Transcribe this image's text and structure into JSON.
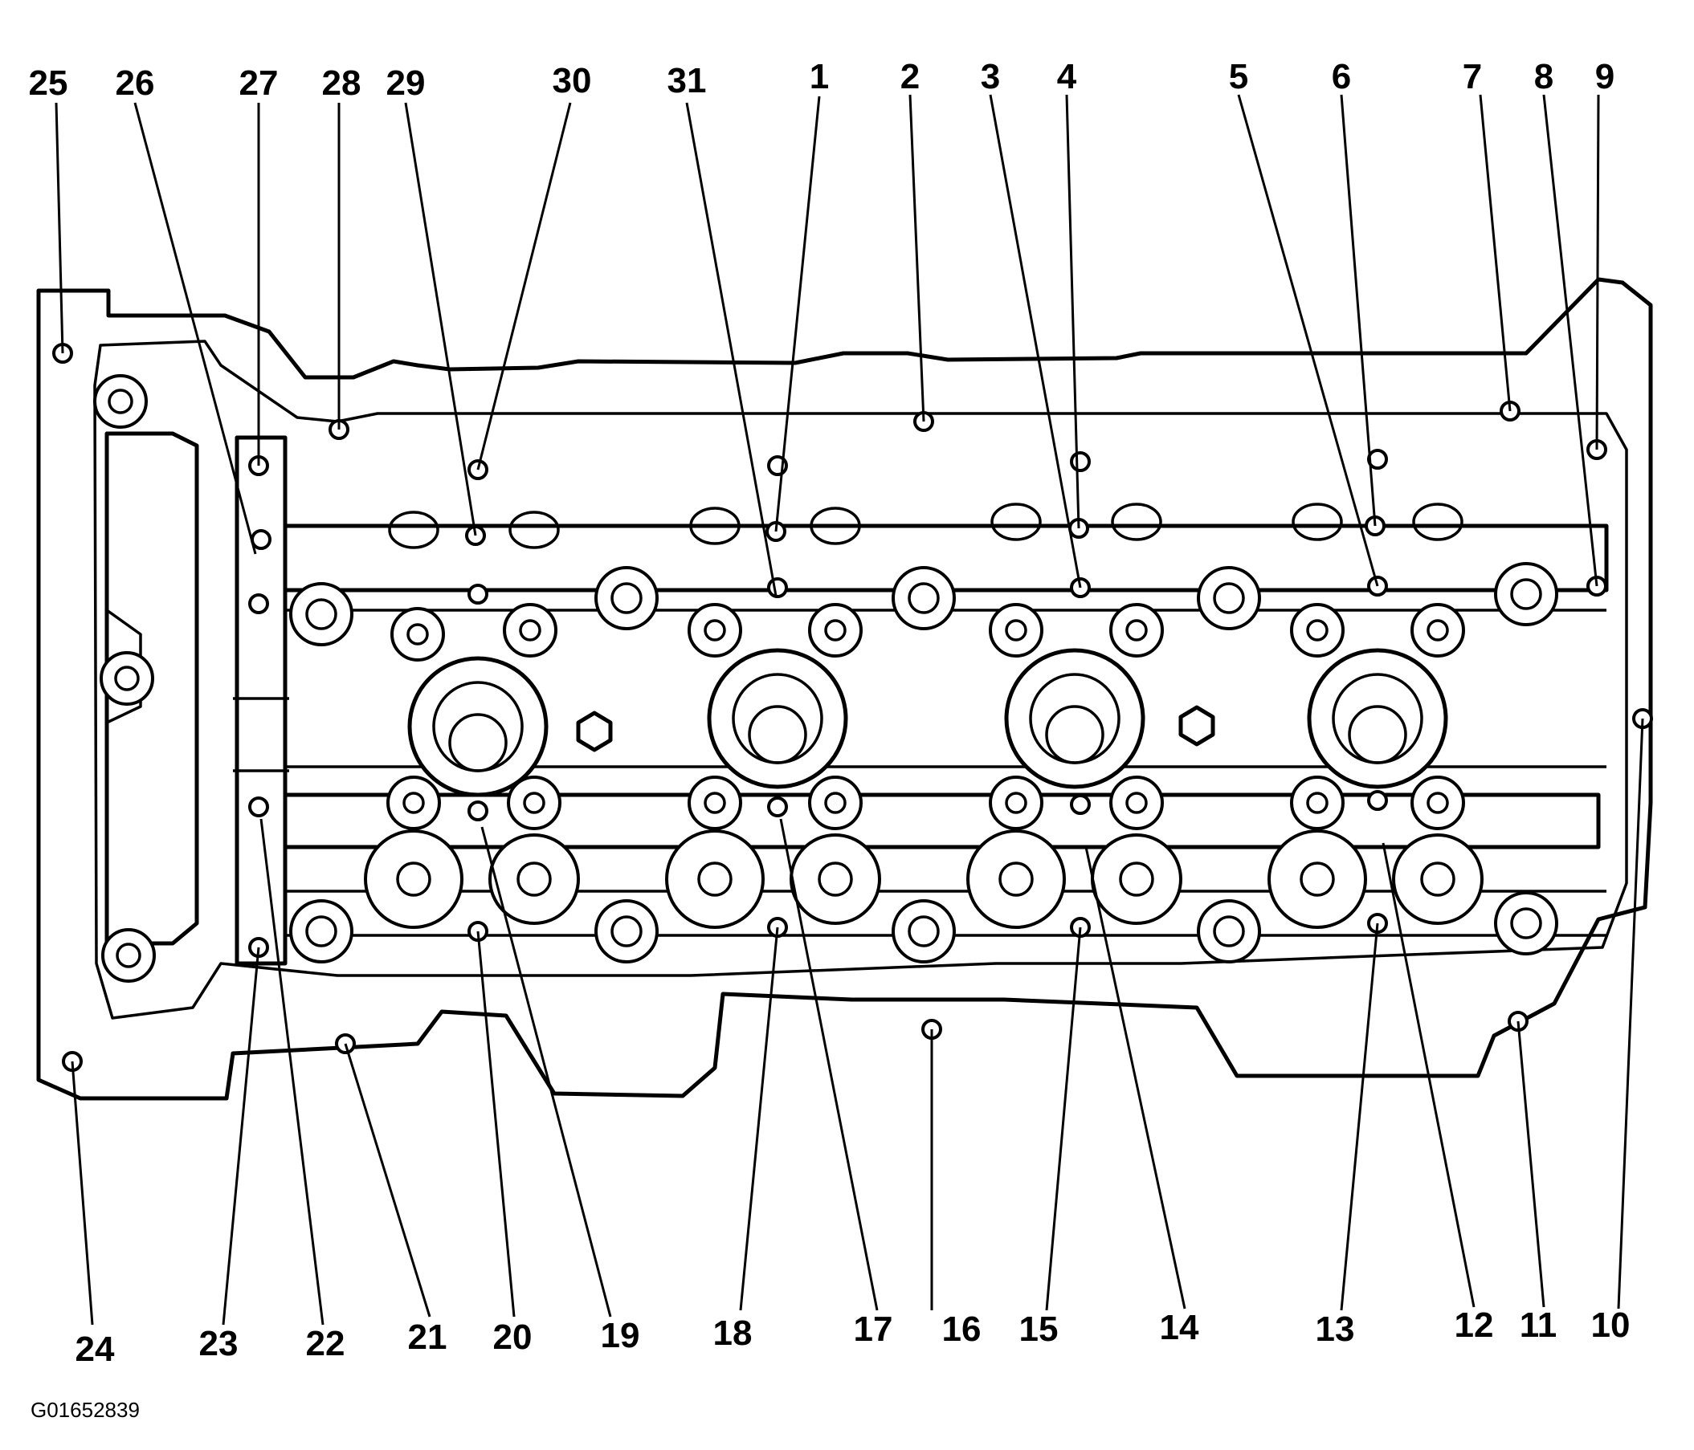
{
  "callouts": [
    {
      "label": "1"
    },
    {
      "label": "2"
    },
    {
      "label": "3"
    },
    {
      "label": "4"
    },
    {
      "label": "5"
    },
    {
      "label": "6"
    },
    {
      "label": "7"
    },
    {
      "label": "8"
    },
    {
      "label": "9"
    },
    {
      "label": "10"
    },
    {
      "label": "11"
    },
    {
      "label": "12"
    },
    {
      "label": "13"
    },
    {
      "label": "14"
    },
    {
      "label": "15"
    },
    {
      "label": "16"
    },
    {
      "label": "17"
    },
    {
      "label": "18"
    },
    {
      "label": "19"
    },
    {
      "label": "20"
    },
    {
      "label": "21"
    },
    {
      "label": "22"
    },
    {
      "label": "23"
    },
    {
      "label": "24"
    },
    {
      "label": "25"
    },
    {
      "label": "26"
    },
    {
      "label": "27"
    },
    {
      "label": "28"
    },
    {
      "label": "29"
    },
    {
      "label": "30"
    },
    {
      "label": "31"
    }
  ],
  "figure_code": "G01652839"
}
